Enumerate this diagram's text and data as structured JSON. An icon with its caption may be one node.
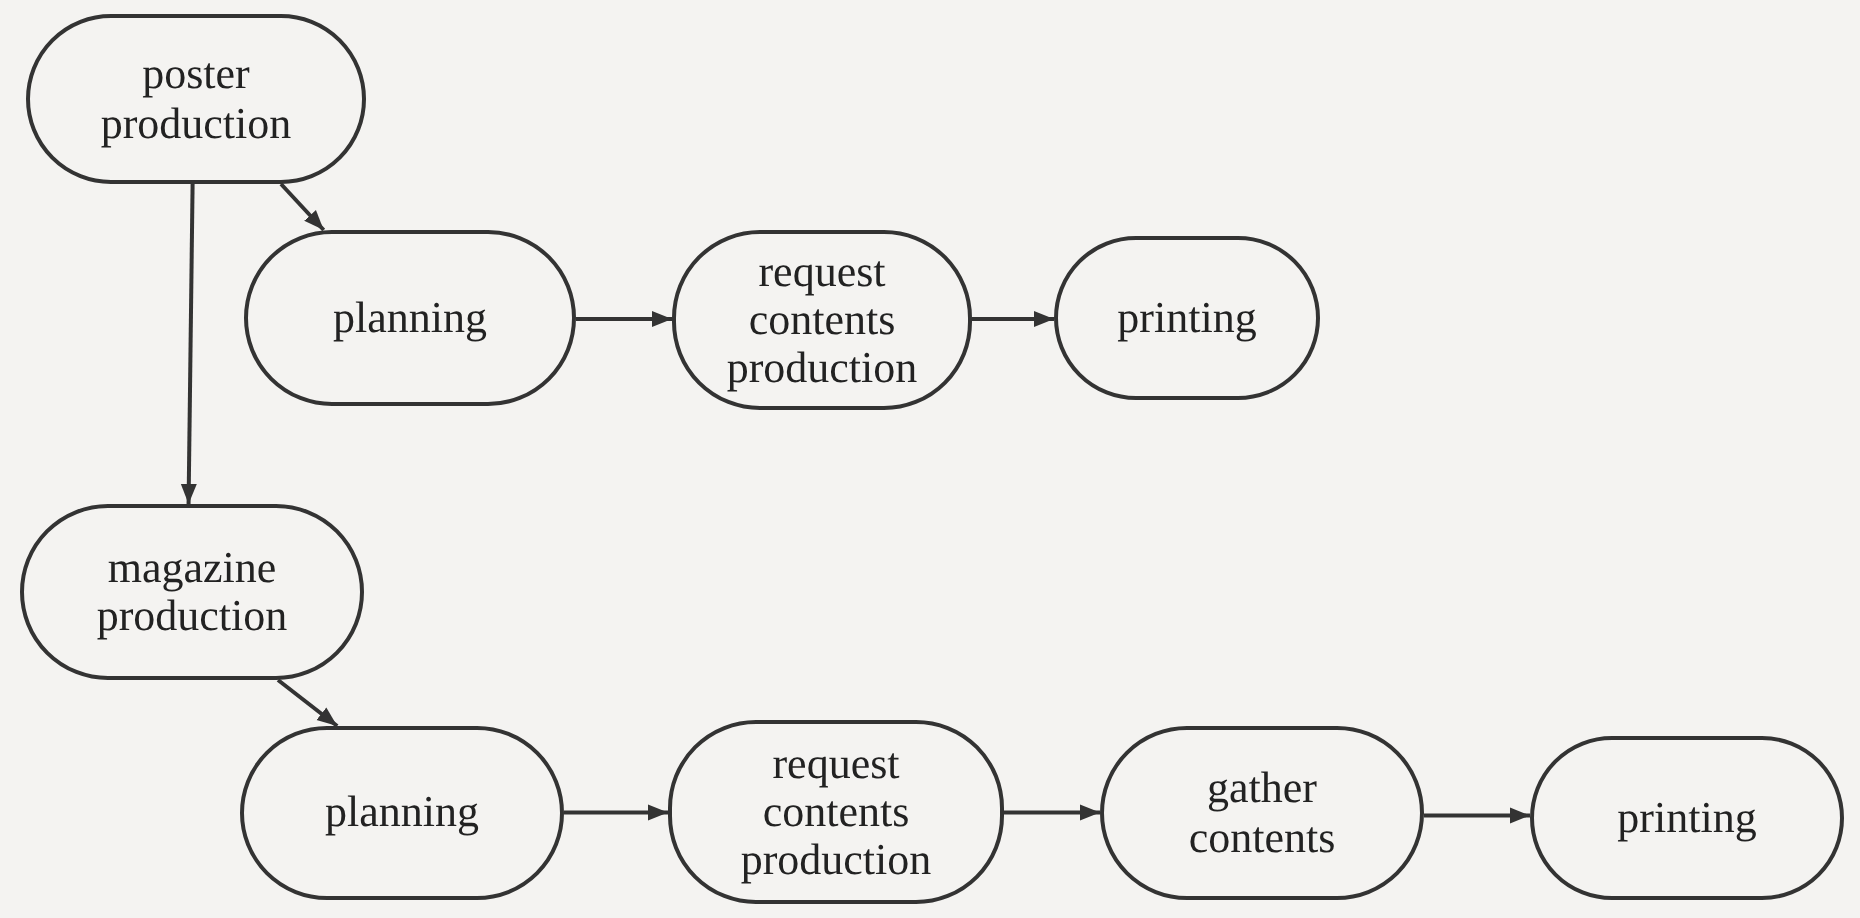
{
  "diagram": {
    "nodes": [
      {
        "text": [
          "poster production"
        ]
      },
      {
        "text": [
          "planning"
        ]
      },
      {
        "text": [
          "request contents production"
        ]
      },
      {
        "text": [
          "printing"
        ]
      },
      {
        "text": [
          "magazine production"
        ]
      },
      {
        "text": [
          "planning"
        ]
      },
      {
        "text": [
          "request contents production"
        ]
      },
      {
        "text": [
          "gather contents"
        ]
      },
      {
        "text": [
          "printing"
        ]
      }
    ],
    "edges": [
      {
        "from": 0,
        "to": 1,
        "arrow": "to"
      },
      {
        "from": 1,
        "to": 2,
        "arrow": "to"
      },
      {
        "from": 2,
        "to": 3,
        "arrow": "to"
      },
      {
        "from": 0,
        "to": 4,
        "arrow": "to"
      },
      {
        "from": 4,
        "to": 5,
        "arrow": "to"
      },
      {
        "from": 5,
        "to": 6,
        "arrow": "to"
      },
      {
        "from": 6,
        "to": 7,
        "arrow": "to"
      },
      {
        "from": 7,
        "to": 8,
        "arrow": "to"
      }
    ]
  }
}
